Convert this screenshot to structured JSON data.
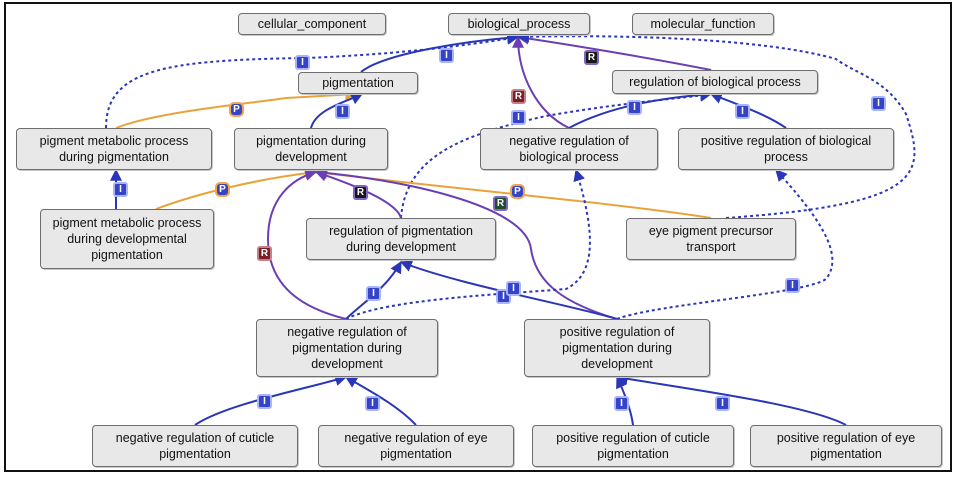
{
  "nodes": {
    "cellular_component": "cellular_component",
    "biological_process": "biological_process",
    "molecular_function": "molecular_function",
    "pigmentation": "pigmentation",
    "regulation_of_biological_process": "regulation of biological process",
    "pigment_metabolic_process_during_pigmentation": "pigment metabolic process\nduring pigmentation",
    "pigmentation_during_development": "pigmentation during\ndevelopment",
    "negative_regulation_of_biological_process": "negative regulation of\nbiological process",
    "positive_regulation_of_biological_process": "positive regulation of biological\nprocess",
    "pigment_metabolic_process_during_developmental_pigmentation": "pigment metabolic process\nduring developmental\npigmentation",
    "regulation_of_pigmentation_during_development": "regulation of pigmentation\nduring development",
    "eye_pigment_precursor_transport": "eye pigment precursor\ntransport",
    "negative_regulation_of_pigmentation_during_development": "negative regulation of\npigmentation during\ndevelopment",
    "positive_regulation_of_pigmentation_during_development": "positive regulation of\npigmentation during\ndevelopment",
    "negative_regulation_of_cuticle_pigmentation": "negative regulation of cuticle\npigmentation",
    "negative_regulation_of_eye_pigmentation": "negative regulation of eye\npigmentation",
    "positive_regulation_of_cuticle_pigmentation": "positive regulation of cuticle\npigmentation",
    "positive_regulation_of_eye_pigmentation": "positive regulation of eye\npigmentation"
  },
  "relation_labels": {
    "is_a": "I",
    "part_of": "P",
    "regulates": "R",
    "negatively_regulates": "R",
    "positively_regulates": "R"
  },
  "relation_colors": {
    "is_a": "#2a36b8",
    "part_of": "#e8a33a",
    "regulates": "#6b3fb3",
    "negatively_regulates": "#6b3fb3",
    "positively_regulates": "#6b3fb3"
  },
  "edges": [
    {
      "from": "pigmentation",
      "to": "biological_process",
      "relation": "is_a",
      "style": "solid"
    },
    {
      "from": "pigment_metabolic_process_during_pigmentation",
      "to": "biological_process",
      "relation": "is_a",
      "style": "dashed"
    },
    {
      "from": "pigment_metabolic_process_during_pigmentation",
      "to": "pigmentation",
      "relation": "part_of",
      "style": "solid"
    },
    {
      "from": "pigmentation_during_development",
      "to": "pigmentation",
      "relation": "is_a",
      "style": "solid"
    },
    {
      "from": "negative_regulation_of_biological_process",
      "to": "biological_process",
      "relation": "negatively_regulates",
      "style": "solid"
    },
    {
      "from": "negative_regulation_of_biological_process",
      "to": "regulation_of_biological_process",
      "relation": "is_a",
      "style": "solid"
    },
    {
      "from": "positive_regulation_of_biological_process",
      "to": "regulation_of_biological_process",
      "relation": "is_a",
      "style": "solid"
    },
    {
      "from": "regulation_of_biological_process",
      "to": "biological_process",
      "relation": "regulates",
      "style": "solid"
    },
    {
      "from": "eye_pigment_precursor_transport",
      "to": "biological_process",
      "relation": "is_a",
      "style": "dashed"
    },
    {
      "from": "regulation_of_pigmentation_during_development",
      "to": "regulation_of_biological_process",
      "relation": "is_a",
      "style": "dashed"
    },
    {
      "from": "pigment_metabolic_process_during_developmental_pigmentation",
      "to": "pigment_metabolic_process_during_pigmentation",
      "relation": "is_a",
      "style": "solid"
    },
    {
      "from": "pigment_metabolic_process_during_developmental_pigmentation",
      "to": "pigmentation_during_development",
      "relation": "part_of",
      "style": "solid"
    },
    {
      "from": "eye_pigment_precursor_transport",
      "to": "pigmentation_during_development",
      "relation": "part_of",
      "style": "solid"
    },
    {
      "from": "regulation_of_pigmentation_during_development",
      "to": "pigmentation_during_development",
      "relation": "regulates",
      "style": "solid"
    },
    {
      "from": "negative_regulation_of_pigmentation_during_development",
      "to": "pigmentation_during_development",
      "relation": "negatively_regulates",
      "style": "solid"
    },
    {
      "from": "positive_regulation_of_pigmentation_during_development",
      "to": "pigmentation_during_development",
      "relation": "positively_regulates",
      "style": "solid"
    },
    {
      "from": "negative_regulation_of_pigmentation_during_development",
      "to": "regulation_of_pigmentation_during_development",
      "relation": "is_a",
      "style": "solid"
    },
    {
      "from": "positive_regulation_of_pigmentation_during_development",
      "to": "regulation_of_pigmentation_during_development",
      "relation": "is_a",
      "style": "solid"
    },
    {
      "from": "negative_regulation_of_pigmentation_during_development",
      "to": "negative_regulation_of_biological_process",
      "relation": "is_a",
      "style": "dashed"
    },
    {
      "from": "positive_regulation_of_pigmentation_during_development",
      "to": "positive_regulation_of_biological_process",
      "relation": "is_a",
      "style": "dashed"
    },
    {
      "from": "negative_regulation_of_cuticle_pigmentation",
      "to": "negative_regulation_of_pigmentation_during_development",
      "relation": "is_a",
      "style": "solid"
    },
    {
      "from": "negative_regulation_of_eye_pigmentation",
      "to": "negative_regulation_of_pigmentation_during_development",
      "relation": "is_a",
      "style": "solid"
    },
    {
      "from": "positive_regulation_of_cuticle_pigmentation",
      "to": "positive_regulation_of_pigmentation_during_development",
      "relation": "is_a",
      "style": "solid"
    },
    {
      "from": "positive_regulation_of_eye_pigmentation",
      "to": "positive_regulation_of_pigmentation_during_development",
      "relation": "is_a",
      "style": "solid"
    }
  ]
}
